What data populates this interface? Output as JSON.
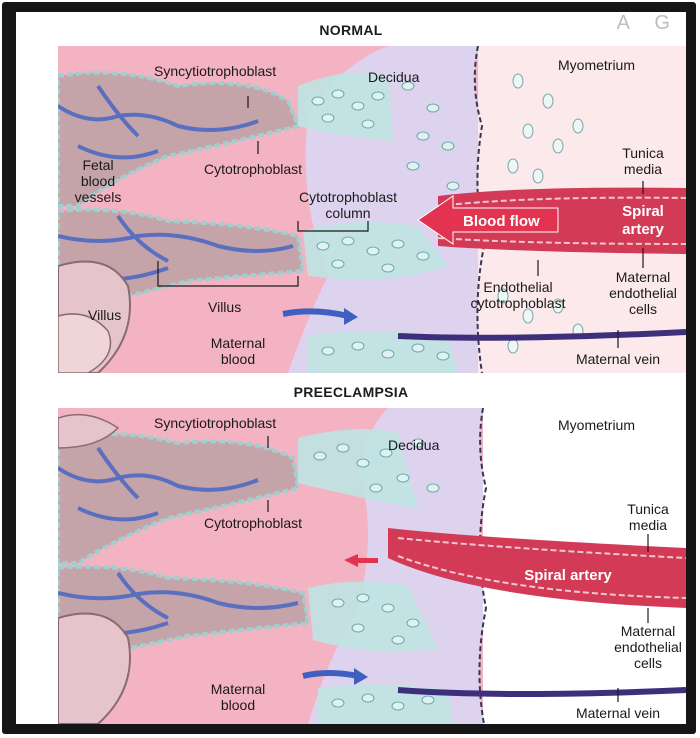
{
  "watermark": "A G",
  "normal": {
    "title": "NORMAL",
    "labels": {
      "syncytiotrophoblast": "Syncytiotrophoblast",
      "decidua": "Decidua",
      "myometrium": "Myometrium",
      "fetal_blood_vessels": [
        "Fetal",
        "blood",
        "vessels"
      ],
      "cytotrophoblast": "Cytotrophoblast",
      "tunica_media": [
        "Tunica",
        "media"
      ],
      "cytotrophoblast_column": [
        "Cytotrophoblast",
        "column"
      ],
      "blood_flow": "Blood flow",
      "spiral_artery": [
        "Spiral",
        "artery"
      ],
      "endothelial_cytotrophoblast": [
        "Endothelial",
        "cytotrophoblast"
      ],
      "maternal_endothelial_cells": [
        "Maternal",
        "endothelial",
        "cells"
      ],
      "villus_left": "Villus",
      "villus_center": "Villus",
      "maternal_blood": [
        "Maternal",
        "blood"
      ],
      "maternal_vein": "Maternal vein"
    }
  },
  "preeclampsia": {
    "title": "PREECLAMPSIA",
    "labels": {
      "syncytiotrophoblast": "Syncytiotrophoblast",
      "decidua": "Decidua",
      "myometrium": "Myometrium",
      "tunica_media": [
        "Tunica",
        "media"
      ],
      "cytotrophoblast": "Cytotrophoblast",
      "spiral_artery": "Spiral artery",
      "maternal_endothelial_cells": [
        "Maternal",
        "endothelial",
        "cells"
      ],
      "maternal_blood": [
        "Maternal",
        "blood"
      ],
      "maternal_vein": "Maternal vein"
    }
  },
  "colors": {
    "background_pink": "#f4b3c2",
    "decidua": "#ddd3ee",
    "myometrium": "#fbe9ec",
    "villus": "#c4a3a9",
    "fetal_vessel": "#5b6fc0",
    "cyto_cells": "#bfe3e2",
    "artery": "#d23a56",
    "maternal_vein": "#3d2f7a",
    "flow_arrow": "#3f60c0"
  }
}
